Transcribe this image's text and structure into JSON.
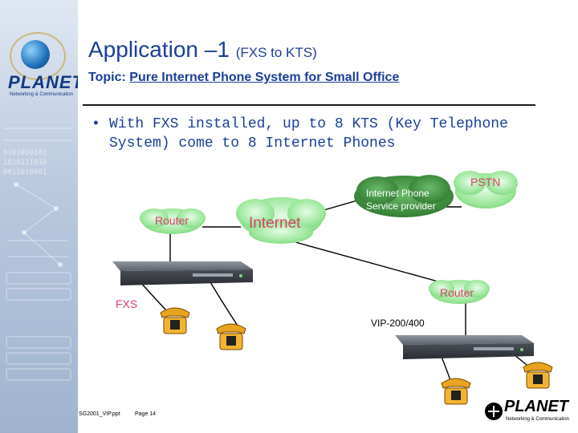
{
  "slide": {
    "title_main": "Application –1",
    "title_sub": "(FXS to KTS)",
    "topic_label": "Topic:",
    "topic_link": "Pure Internet Phone System for Small Office",
    "bullet_marker": "•",
    "bullet_text": "With FXS installed, up to 8 KTS (Key Telephone System) come to 8 Internet Phones"
  },
  "sidebar": {
    "logo_text": "PLANET",
    "logo_tagline": "Networking & Communication",
    "binary": [
      "0101000101",
      "1010111010",
      "0011010001"
    ]
  },
  "diagram": {
    "router_left": "Router",
    "internet": "Internet",
    "service_provider_line1": "Internet Phone",
    "service_provider_line2": "Service provider",
    "pstn": "PSTN",
    "router_right": "Router",
    "fxs": "FXS",
    "vip_model": "VIP-200/400"
  },
  "footer": {
    "file": "SG2001_VIP.ppt",
    "page": "Page 14",
    "brand": "PLANET",
    "brand_tagline": "Networking & Communication"
  },
  "colors": {
    "title_blue": "#1a3f99",
    "label_pink": "#d8426a",
    "cloud_green": "#8be38b",
    "phone_orange": "#e8a31f"
  }
}
